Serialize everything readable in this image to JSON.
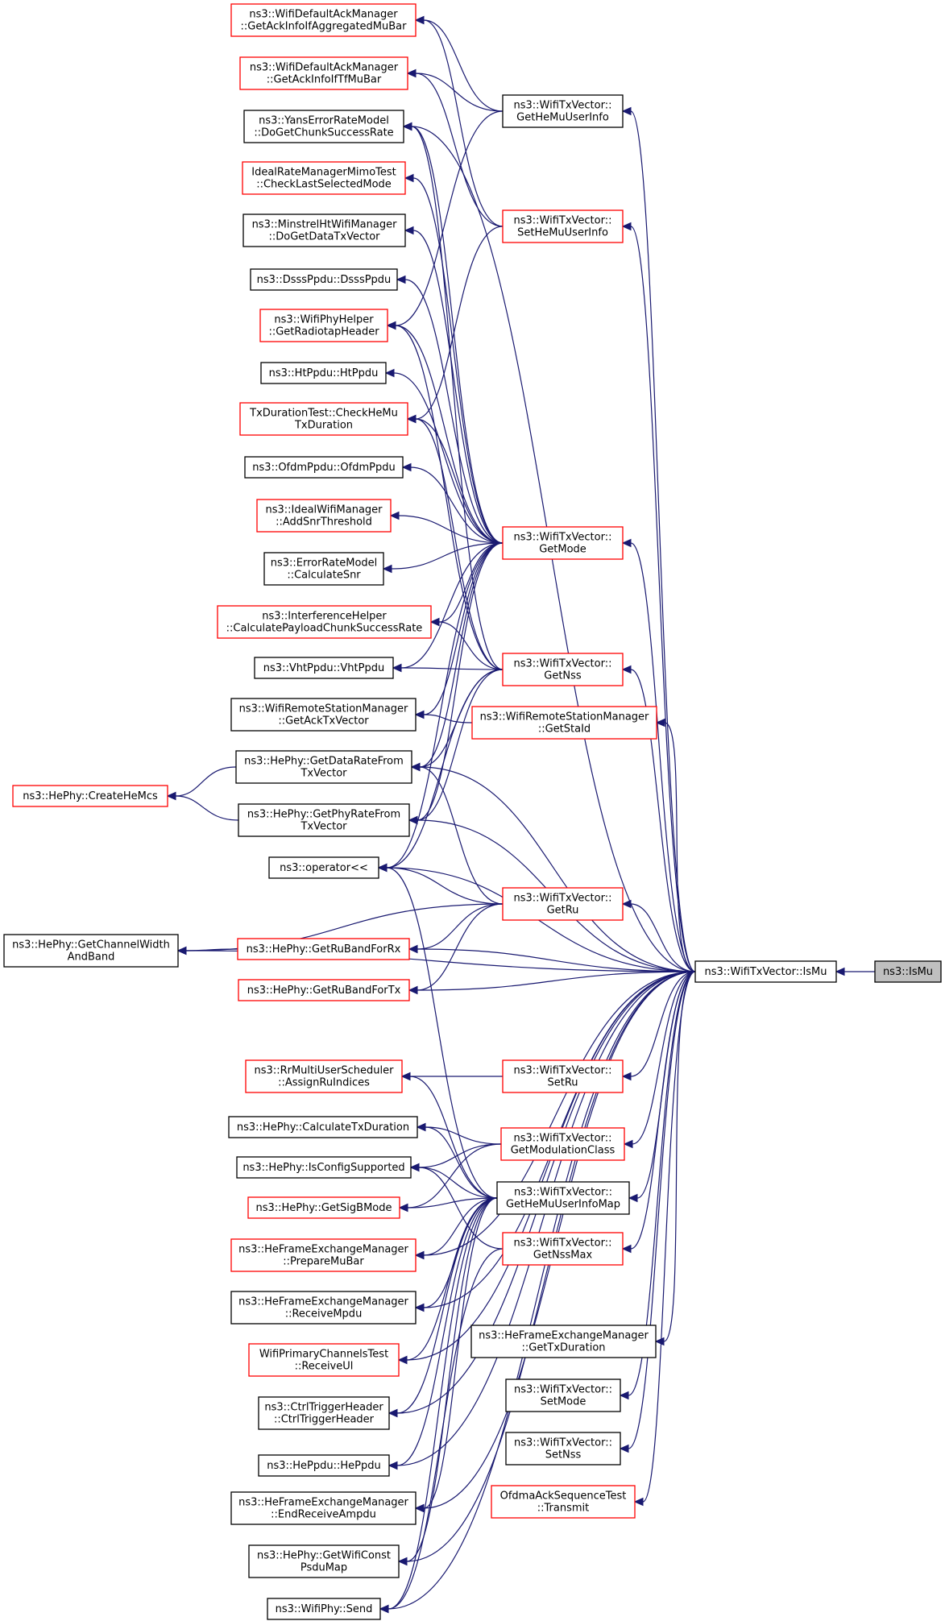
{
  "diagram": {
    "focus": "ns3::IsMu",
    "colors": {
      "edge": "#191970",
      "red_border": "#ff0000",
      "black_border": "#000000",
      "focus_fill": "#bfbfbf"
    },
    "nodes": [
      {
        "id": "IsMuRoot",
        "lines": [
          "ns3::IsMu"
        ],
        "style": "gray"
      },
      {
        "id": "IsMu",
        "lines": [
          "ns3::WifiTxVector::IsMu"
        ],
        "style": "black"
      },
      {
        "id": "GetHeMuUserInfo",
        "lines": [
          "ns3::WifiTxVector::",
          "GetHeMuUserInfo"
        ],
        "style": "black"
      },
      {
        "id": "SetHeMuUserInfo",
        "lines": [
          "ns3::WifiTxVector::",
          "SetHeMuUserInfo"
        ],
        "style": "red"
      },
      {
        "id": "GetMode",
        "lines": [
          "ns3::WifiTxVector::",
          "GetMode"
        ],
        "style": "red"
      },
      {
        "id": "GetNss",
        "lines": [
          "ns3::WifiTxVector::",
          "GetNss"
        ],
        "style": "red"
      },
      {
        "id": "GetStaId",
        "lines": [
          "ns3::WifiRemoteStationManager",
          "::GetStaId"
        ],
        "style": "red"
      },
      {
        "id": "GetRu",
        "lines": [
          "ns3::WifiTxVector::",
          "GetRu"
        ],
        "style": "red"
      },
      {
        "id": "SetRu",
        "lines": [
          "ns3::WifiTxVector::",
          "SetRu"
        ],
        "style": "red"
      },
      {
        "id": "GetModulationClass",
        "lines": [
          "ns3::WifiTxVector::",
          "GetModulationClass"
        ],
        "style": "red"
      },
      {
        "id": "GetHeMuUserInfoMap",
        "lines": [
          "ns3::WifiTxVector::",
          "GetHeMuUserInfoMap"
        ],
        "style": "black"
      },
      {
        "id": "GetNssMax",
        "lines": [
          "ns3::WifiTxVector::",
          "GetNssMax"
        ],
        "style": "red"
      },
      {
        "id": "HeFEMGetTxDuration",
        "lines": [
          "ns3::HeFrameExchangeManager",
          "::GetTxDuration"
        ],
        "style": "black"
      },
      {
        "id": "SetMode",
        "lines": [
          "ns3::WifiTxVector::",
          "SetMode"
        ],
        "style": "black"
      },
      {
        "id": "SetNss",
        "lines": [
          "ns3::WifiTxVector::",
          "SetNss"
        ],
        "style": "black"
      },
      {
        "id": "OfdmaTransmit",
        "lines": [
          "OfdmaAckSequenceTest",
          "::Transmit"
        ],
        "style": "red"
      },
      {
        "id": "GetAckInfoAgg",
        "lines": [
          "ns3::WifiDefaultAckManager",
          "::GetAckInfoIfAggregatedMuBar"
        ],
        "style": "red"
      },
      {
        "id": "GetAckInfoTf",
        "lines": [
          "ns3::WifiDefaultAckManager",
          "::GetAckInfoIfTfMuBar"
        ],
        "style": "red"
      },
      {
        "id": "YansDoGet",
        "lines": [
          "ns3::YansErrorRateModel",
          "::DoGetChunkSuccessRate"
        ],
        "style": "black"
      },
      {
        "id": "IdealMimo",
        "lines": [
          "IdealRateManagerMimoTest",
          "::CheckLastSelectedMode"
        ],
        "style": "red"
      },
      {
        "id": "MinstrelHt",
        "lines": [
          "ns3::MinstrelHtWifiManager",
          "::DoGetDataTxVector"
        ],
        "style": "black"
      },
      {
        "id": "DsssPpdu",
        "lines": [
          "ns3::DsssPpdu::DsssPpdu"
        ],
        "style": "black"
      },
      {
        "id": "Radiotap",
        "lines": [
          "ns3::WifiPhyHelper",
          "::GetRadiotapHeader"
        ],
        "style": "red"
      },
      {
        "id": "HtPpdu",
        "lines": [
          "ns3::HtPpdu::HtPpdu"
        ],
        "style": "black"
      },
      {
        "id": "TxDurHeMu",
        "lines": [
          "TxDurationTest::CheckHeMu",
          "TxDuration"
        ],
        "style": "red"
      },
      {
        "id": "OfdmPpdu",
        "lines": [
          "ns3::OfdmPpdu::OfdmPpdu"
        ],
        "style": "black"
      },
      {
        "id": "AddSnr",
        "lines": [
          "ns3::IdealWifiManager",
          "::AddSnrThreshold"
        ],
        "style": "red"
      },
      {
        "id": "CalcSnr",
        "lines": [
          "ns3::ErrorRateModel",
          "::CalculateSnr"
        ],
        "style": "black"
      },
      {
        "id": "CalcPayload",
        "lines": [
          "ns3::InterferenceHelper",
          "::CalculatePayloadChunkSuccessRate"
        ],
        "style": "red"
      },
      {
        "id": "VhtPpdu",
        "lines": [
          "ns3::VhtPpdu::VhtPpdu"
        ],
        "style": "black"
      },
      {
        "id": "GetAckTx",
        "lines": [
          "ns3::WifiRemoteStationManager",
          "::GetAckTxVector"
        ],
        "style": "black"
      },
      {
        "id": "DataRate",
        "lines": [
          "ns3::HePhy::GetDataRateFrom",
          "TxVector"
        ],
        "style": "black"
      },
      {
        "id": "CreateHeMcs",
        "lines": [
          "ns3::HePhy::CreateHeMcs"
        ],
        "style": "red"
      },
      {
        "id": "PhyRate",
        "lines": [
          "ns3::HePhy::GetPhyRateFrom",
          "TxVector"
        ],
        "style": "black"
      },
      {
        "id": "OperatorLL",
        "lines": [
          "ns3::operator<<"
        ],
        "style": "black"
      },
      {
        "id": "ChanWidth",
        "lines": [
          "ns3::HePhy::GetChannelWidth",
          "AndBand"
        ],
        "style": "black"
      },
      {
        "id": "RuBandRx",
        "lines": [
          "ns3::HePhy::GetRuBandForRx"
        ],
        "style": "red"
      },
      {
        "id": "RuBandTx",
        "lines": [
          "ns3::HePhy::GetRuBandForTx"
        ],
        "style": "red"
      },
      {
        "id": "AssignRu",
        "lines": [
          "ns3::RrMultiUserScheduler",
          "::AssignRuIndices"
        ],
        "style": "red"
      },
      {
        "id": "CalcTxDur",
        "lines": [
          "ns3::HePhy::CalculateTxDuration"
        ],
        "style": "black"
      },
      {
        "id": "IsConfig",
        "lines": [
          "ns3::HePhy::IsConfigSupported"
        ],
        "style": "black"
      },
      {
        "id": "SigB",
        "lines": [
          "ns3::HePhy::GetSigBMode"
        ],
        "style": "red"
      },
      {
        "id": "PrepareMuBar",
        "lines": [
          "ns3::HeFrameExchangeManager",
          "::PrepareMuBar"
        ],
        "style": "red"
      },
      {
        "id": "ReceiveMpdu",
        "lines": [
          "ns3::HeFrameExchangeManager",
          "::ReceiveMpdu"
        ],
        "style": "black"
      },
      {
        "id": "ReceiveUl",
        "lines": [
          "WifiPrimaryChannelsTest",
          "::ReceiveUl"
        ],
        "style": "red"
      },
      {
        "id": "CtrlTrigger",
        "lines": [
          "ns3::CtrlTriggerHeader",
          "::CtrlTriggerHeader"
        ],
        "style": "black"
      },
      {
        "id": "HePpdu",
        "lines": [
          "ns3::HePpdu::HePpdu"
        ],
        "style": "black"
      },
      {
        "id": "EndRecvAmpdu",
        "lines": [
          "ns3::HeFrameExchangeManager",
          "::EndReceiveAmpdu"
        ],
        "style": "black"
      },
      {
        "id": "WifiConstPsdu",
        "lines": [
          "ns3::HePhy::GetWifiConst",
          "PsduMap"
        ],
        "style": "black"
      },
      {
        "id": "WifiPhySend",
        "lines": [
          "ns3::WifiPhy::Send"
        ],
        "style": "black"
      }
    ],
    "edges": [
      [
        "IsMu",
        "IsMuRoot"
      ],
      [
        "GetHeMuUserInfo",
        "IsMu"
      ],
      [
        "SetHeMuUserInfo",
        "IsMu"
      ],
      [
        "GetMode",
        "IsMu"
      ],
      [
        "GetNss",
        "IsMu"
      ],
      [
        "GetStaId",
        "IsMu"
      ],
      [
        "DataRate",
        "IsMu"
      ],
      [
        "PhyRate",
        "IsMu"
      ],
      [
        "OperatorLL",
        "IsMu"
      ],
      [
        "GetRu",
        "IsMu"
      ],
      [
        "RuBandRx",
        "IsMu"
      ],
      [
        "RuBandTx",
        "IsMu"
      ],
      [
        "ChanWidth",
        "IsMu"
      ],
      [
        "YansDoGet",
        "IsMu"
      ],
      [
        "SetRu",
        "IsMu"
      ],
      [
        "GetModulationClass",
        "IsMu"
      ],
      [
        "GetHeMuUserInfoMap",
        "IsMu"
      ],
      [
        "GetNssMax",
        "IsMu"
      ],
      [
        "HeFEMGetTxDuration",
        "IsMu"
      ],
      [
        "SetMode",
        "IsMu"
      ],
      [
        "SetNss",
        "IsMu"
      ],
      [
        "OfdmaTransmit",
        "IsMu"
      ],
      [
        "GetAckInfoAgg",
        "GetHeMuUserInfo"
      ],
      [
        "GetAckInfoTf",
        "GetHeMuUserInfo"
      ],
      [
        "Radiotap",
        "GetHeMuUserInfo"
      ],
      [
        "GetAckInfoAgg",
        "SetHeMuUserInfo"
      ],
      [
        "GetAckInfoTf",
        "SetHeMuUserInfo"
      ],
      [
        "TxDurHeMu",
        "SetHeMuUserInfo"
      ],
      [
        "YansDoGet",
        "GetMode"
      ],
      [
        "IdealMimo",
        "GetMode"
      ],
      [
        "MinstrelHt",
        "GetMode"
      ],
      [
        "DsssPpdu",
        "GetMode"
      ],
      [
        "Radiotap",
        "GetMode"
      ],
      [
        "HtPpdu",
        "GetMode"
      ],
      [
        "TxDurHeMu",
        "GetMode"
      ],
      [
        "OfdmPpdu",
        "GetMode"
      ],
      [
        "AddSnr",
        "GetMode"
      ],
      [
        "CalcSnr",
        "GetMode"
      ],
      [
        "CalcPayload",
        "GetMode"
      ],
      [
        "VhtPpdu",
        "GetMode"
      ],
      [
        "GetAckTx",
        "GetMode"
      ],
      [
        "DataRate",
        "GetMode"
      ],
      [
        "PhyRate",
        "GetMode"
      ],
      [
        "OperatorLL",
        "GetMode"
      ],
      [
        "YansDoGet",
        "GetNss"
      ],
      [
        "Radiotap",
        "GetNss"
      ],
      [
        "TxDurHeMu",
        "GetNss"
      ],
      [
        "CalcPayload",
        "GetNss"
      ],
      [
        "VhtPpdu",
        "GetNss"
      ],
      [
        "DataRate",
        "GetNss"
      ],
      [
        "PhyRate",
        "GetNss"
      ],
      [
        "OperatorLL",
        "GetNss"
      ],
      [
        "GetAckTx",
        "GetStaId"
      ],
      [
        "CreateHeMcs",
        "DataRate"
      ],
      [
        "CreateHeMcs",
        "PhyRate"
      ],
      [
        "DataRate",
        "GetRu"
      ],
      [
        "OperatorLL",
        "GetRu"
      ],
      [
        "ChanWidth",
        "GetRu"
      ],
      [
        "RuBandRx",
        "GetRu"
      ],
      [
        "RuBandTx",
        "GetRu"
      ],
      [
        "ChanWidth",
        "RuBandRx"
      ],
      [
        "AssignRu",
        "SetRu"
      ],
      [
        "CalcTxDur",
        "GetModulationClass"
      ],
      [
        "IsConfig",
        "GetModulationClass"
      ],
      [
        "SigB",
        "GetModulationClass"
      ],
      [
        "OperatorLL",
        "GetHeMuUserInfoMap"
      ],
      [
        "AssignRu",
        "GetHeMuUserInfoMap"
      ],
      [
        "CalcTxDur",
        "GetHeMuUserInfoMap"
      ],
      [
        "IsConfig",
        "GetHeMuUserInfoMap"
      ],
      [
        "SigB",
        "GetHeMuUserInfoMap"
      ],
      [
        "PrepareMuBar",
        "GetHeMuUserInfoMap"
      ],
      [
        "ReceiveMpdu",
        "GetHeMuUserInfoMap"
      ],
      [
        "ReceiveUl",
        "GetHeMuUserInfoMap"
      ],
      [
        "CtrlTrigger",
        "GetHeMuUserInfoMap"
      ],
      [
        "HePpdu",
        "GetHeMuUserInfoMap"
      ],
      [
        "EndRecvAmpdu",
        "GetHeMuUserInfoMap"
      ],
      [
        "WifiConstPsdu",
        "GetHeMuUserInfoMap"
      ],
      [
        "WifiPhySend",
        "GetHeMuUserInfoMap"
      ],
      [
        "IsConfig",
        "GetNssMax"
      ],
      [
        "WifiPhySend",
        "GetNssMax"
      ],
      [
        "ReceiveMpdu",
        "IsMu"
      ],
      [
        "ReceiveUl",
        "IsMu"
      ],
      [
        "CtrlTrigger",
        "IsMu"
      ],
      [
        "HePpdu",
        "IsMu"
      ],
      [
        "EndRecvAmpdu",
        "IsMu"
      ],
      [
        "WifiConstPsdu",
        "IsMu"
      ],
      [
        "WifiPhySend",
        "IsMu"
      ],
      [
        "PrepareMuBar",
        "IsMu"
      ]
    ]
  }
}
